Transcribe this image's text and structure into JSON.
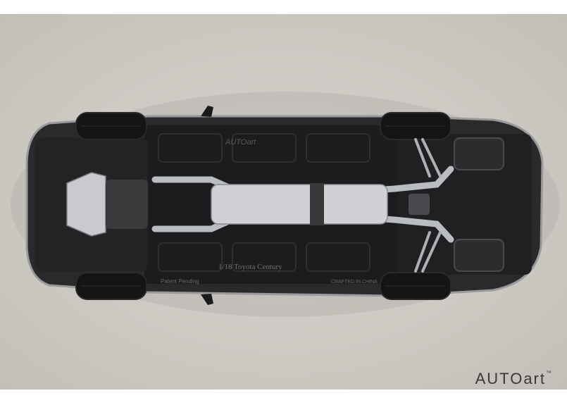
{
  "image": {
    "subject": "1/18 Toyota Century",
    "underbody_stamps": {
      "logo": "AUTOart",
      "scale_model": "1/18 Toyota Century",
      "patent": "Patent Pending",
      "crafted": "CRAFTED IN CHINA"
    },
    "brand_logo": {
      "text": "AUTOart",
      "tm": "™"
    },
    "colors": {
      "backdrop": "#cdcac4",
      "body_outline": "#2a2a2c",
      "floor_pan": "#1c1c1e",
      "exhaust": "#b9bcc0",
      "tire": "#141414"
    }
  }
}
